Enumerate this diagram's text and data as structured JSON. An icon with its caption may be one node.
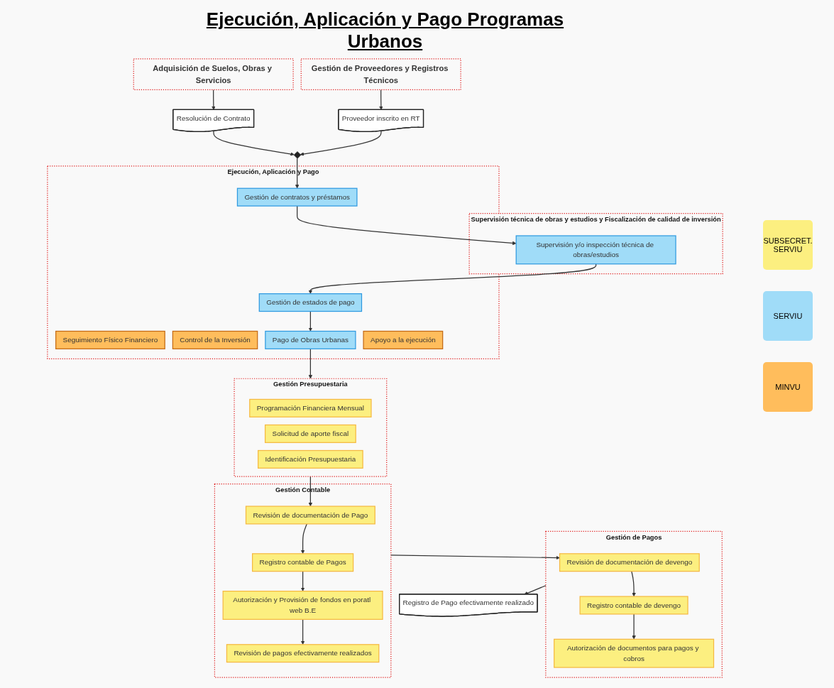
{
  "diagram": {
    "title": "Ejecución, Aplicación y Pago Programas Urbanos",
    "nodes": [
      {
        "text": [
          "Adquisición de Suelos, Obras y Servicios"
        ]
      },
      {
        "text": [
          "Resolución de Contrato"
        ]
      },
      {
        "text": [],
        "shape": "diamond"
      },
      {
        "text": [
          "Proveedor inscrito en RT"
        ]
      },
      {
        "text": [
          "Gestión de Proveedores y Registros Técnicos"
        ]
      },
      {
        "text": [
          "Supervisión técnica de obras y estudios y Fiscalización de calidad de inversión"
        ]
      },
      {
        "text": [
          "Supervisión y/o inspección técnica de obras/estudios"
        ],
        "in": 5
      },
      {
        "text": [
          "Ejecución, Aplicación y Pago"
        ]
      },
      {
        "text": [
          "Seguimiento Físico Financiero"
        ],
        "in": 7
      },
      {
        "text": [
          "Gestión de estados de pago"
        ],
        "in": 7
      },
      {
        "text": [
          "Control de la Inversión"
        ],
        "in": 7
      },
      {
        "text": [
          "Gestión de contratos y préstamos"
        ],
        "in": 7
      },
      {
        "text": [
          "Pago de Obras Urbanas"
        ],
        "in": 7
      },
      {
        "text": [
          "Apoyo a la ejecución"
        ],
        "in": 7
      },
      {
        "text": [
          "Gestión Presupuestaria"
        ]
      },
      {
        "text": [
          "Programación Financiera Mensual"
        ],
        "in": 14
      },
      {
        "text": [
          "Solicitud de aporte fiscal"
        ],
        "in": 14
      },
      {
        "text": [
          "Identificación Presupuestaria"
        ],
        "in": 14
      },
      {
        "text": [
          "Gestión Contable"
        ]
      },
      {
        "text": [
          "Revisión de documentación de Pago"
        ],
        "in": 18
      },
      {
        "text": [
          "Registro contable de Pagos"
        ],
        "in": 18
      },
      {
        "text": [
          "Autorización y Provisión de fondos en poratl web B.E"
        ],
        "in": 18
      },
      {
        "text": [
          "Revisión de pagos efectivamente realizados"
        ],
        "in": 18
      },
      {
        "text": [
          "Gestión de Pagos"
        ]
      },
      {
        "text": [
          "Revisión de documentación de devengo"
        ],
        "in": 23
      },
      {
        "text": [
          "Registro contable de devengo"
        ],
        "in": 23
      },
      {
        "text": [
          "Autorización de documentos para pagos y cobros"
        ],
        "in": 23
      },
      {
        "text": [
          "Registro de Pago efectivamente realizado"
        ]
      }
    ],
    "edges": [
      {
        "from": 0,
        "to": 1,
        "arrow": "to"
      },
      {
        "from": 1,
        "to": 2,
        "arrow": "to"
      },
      {
        "from": 4,
        "to": 3,
        "arrow": "to"
      },
      {
        "from": 3,
        "to": 2,
        "arrow": "to"
      },
      {
        "from": 2,
        "to": 11,
        "arrow": "to"
      },
      {
        "from": 11,
        "to": 6,
        "arrow": "to"
      },
      {
        "from": 6,
        "to": 9,
        "arrow": "to"
      },
      {
        "from": 9,
        "to": 12,
        "arrow": "to"
      },
      {
        "from": 12,
        "to": 14,
        "arrow": "to"
      },
      {
        "from": 14,
        "to": 19,
        "arrow": "to"
      },
      {
        "from": 19,
        "to": 20,
        "arrow": "to"
      },
      {
        "from": 20,
        "to": 21,
        "arrow": "to"
      },
      {
        "from": 21,
        "to": 22,
        "arrow": "to"
      },
      {
        "from": 18,
        "to": 24,
        "arrow": "to"
      },
      {
        "from": 24,
        "to": 25,
        "arrow": "to"
      },
      {
        "from": 25,
        "to": 26,
        "arrow": "to"
      },
      {
        "from": 23,
        "to": 27,
        "arrow": "to"
      }
    ],
    "legend": [
      {
        "text": "SUBSECRET. SERVIU",
        "color": "#fcef80"
      },
      {
        "text": "SERVIU",
        "color": "#a0dcf8"
      },
      {
        "text": "MINVU",
        "color": "#ffbd5c"
      }
    ]
  }
}
